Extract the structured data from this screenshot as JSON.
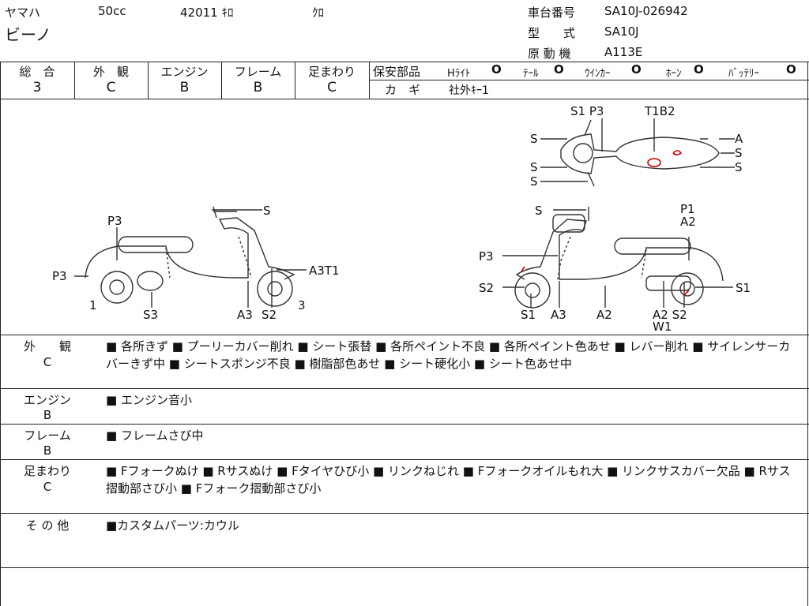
{
  "header": {
    "maker": "ヤマハ",
    "cc": "50cc",
    "mileage": "42011 ｷﾛ",
    "color": "ｸﾛ",
    "model_name": "ビーノ",
    "chassis_label": "車台番号",
    "chassis_value": "SA10J-026942",
    "type_label": "型　　式",
    "type_value": "SA10J",
    "engine_label": "原 動 機",
    "engine_value": "A113E"
  },
  "grades": [
    {
      "label": "総　合",
      "value": "3"
    },
    {
      "label": "外　観",
      "value": "C"
    },
    {
      "label": "エンジン",
      "value": "B"
    },
    {
      "label": "フレーム",
      "value": "B"
    },
    {
      "label": "足まわり",
      "value": "C"
    }
  ],
  "safety": {
    "label": "保安部品",
    "items": [
      "Hﾗｲﾄ",
      "ﾃｰﾙ",
      "ｳｲﾝｶｰ",
      "ﾎｰﾝ",
      "ﾊﾞｯﾃﾘｰ"
    ],
    "mark": "O",
    "key_label": "カ　ギ",
    "key_value": "社外ｷｰ1"
  },
  "diagram": {
    "left": {
      "p3_top": "P3",
      "p3_left": "P3",
      "s_top": "S",
      "a3t1": "A3T1",
      "n1": "1",
      "n3": "3",
      "s3": "S3",
      "a3": "A3",
      "s2": "S2"
    },
    "right": {
      "s_top": "S",
      "p1": "P1",
      "a2_top": "A2",
      "p3": "P3",
      "s2": "S2",
      "s1_right": "S1",
      "s1_bottom": "S1",
      "a3": "A3",
      "a2_mid": "A2",
      "a2_s2": "A2 S2",
      "w1": "W1"
    },
    "top": {
      "s1p3": "S1 P3",
      "t1b2": "T1B2",
      "s_l1": "S",
      "s_l2": "S",
      "s_l3": "S",
      "a_r": "A",
      "s_r1": "S",
      "s_r2": "S"
    }
  },
  "notes": [
    {
      "label": "外　　観",
      "grade": "C",
      "text": "■ 各所きず ■ プーリーカバー削れ ■ シート張替 ■ 各所ペイント不良 ■ 各所ペイント色あせ ■ レバー削れ ■ サイレンサーカバーきず中 ■ シートスポンジ不良 ■ 樹脂部色あせ ■ シート硬化小 ■ シート色あせ中"
    },
    {
      "label": "エンジン",
      "grade": "B",
      "text": "■ エンジン音小"
    },
    {
      "label": "フレーム",
      "grade": "B",
      "text": "■ フレームさび中"
    },
    {
      "label": "足まわり",
      "grade": "C",
      "text": "■ Fフォークぬけ ■ Rサスぬけ ■ Fタイヤひび小 ■ リンクねじれ ■ Fフォークオイルもれ大 ■ リンクサスカバー欠品 ■ Rサス摺動部さび小 ■ Fフォーク摺動部さび小"
    },
    {
      "label": "そ の 他",
      "grade": "",
      "text": "■カスタムパーツ:カウル"
    }
  ]
}
